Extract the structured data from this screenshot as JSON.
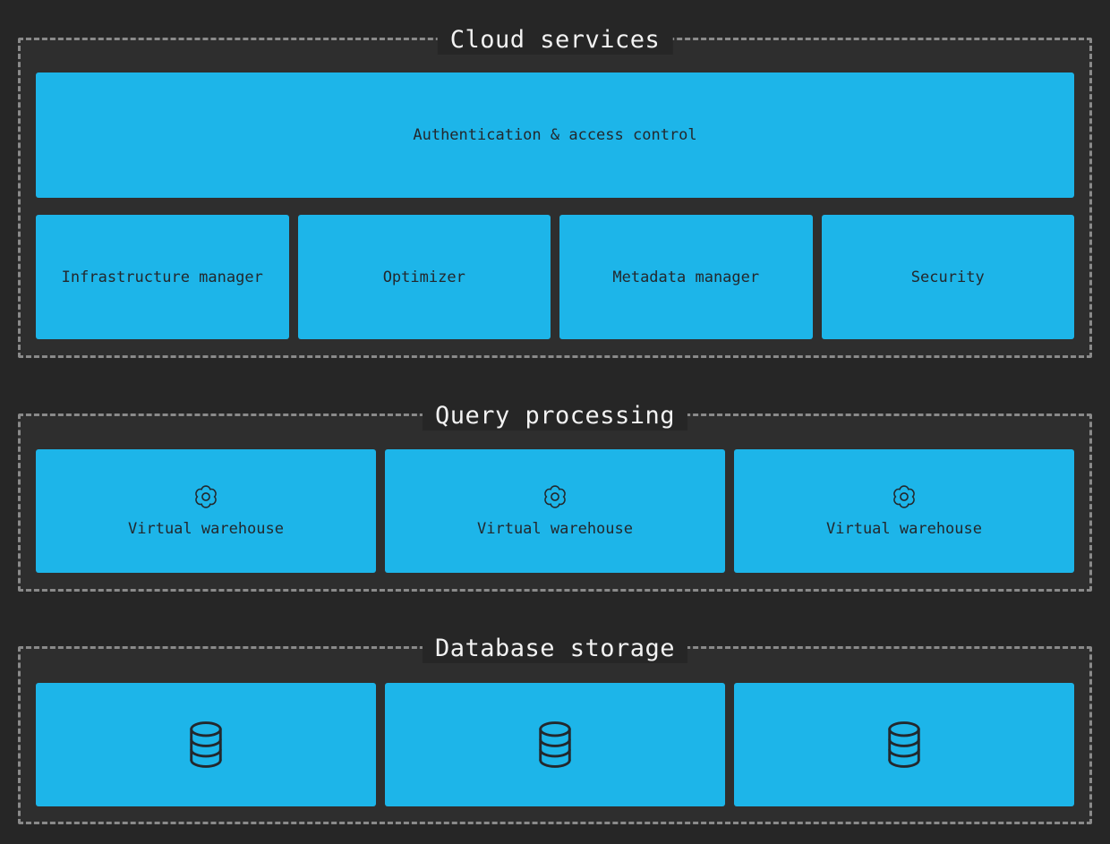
{
  "colors": {
    "page_bg": "#262626",
    "section_bg": "#2e2e2e",
    "section_border_dash": "#8a8a8a",
    "box_bg": "#1db5e9",
    "box_text": "#23282d",
    "title_text": "#f2f2f2"
  },
  "cloud_services": {
    "title": "Cloud services",
    "auth_box_label": "Authentication & access control",
    "service_boxes": [
      "Infrastructure manager",
      "Optimizer",
      "Metadata manager",
      "Security"
    ]
  },
  "query_processing": {
    "title": "Query processing",
    "warehouses": [
      {
        "icon": "gear-icon",
        "label": "Virtual warehouse"
      },
      {
        "icon": "gear-icon",
        "label": "Virtual warehouse"
      },
      {
        "icon": "gear-icon",
        "label": "Virtual warehouse"
      }
    ]
  },
  "database_storage": {
    "title": "Database storage",
    "databases": [
      {
        "icon": "database-icon"
      },
      {
        "icon": "database-icon"
      },
      {
        "icon": "database-icon"
      }
    ]
  }
}
